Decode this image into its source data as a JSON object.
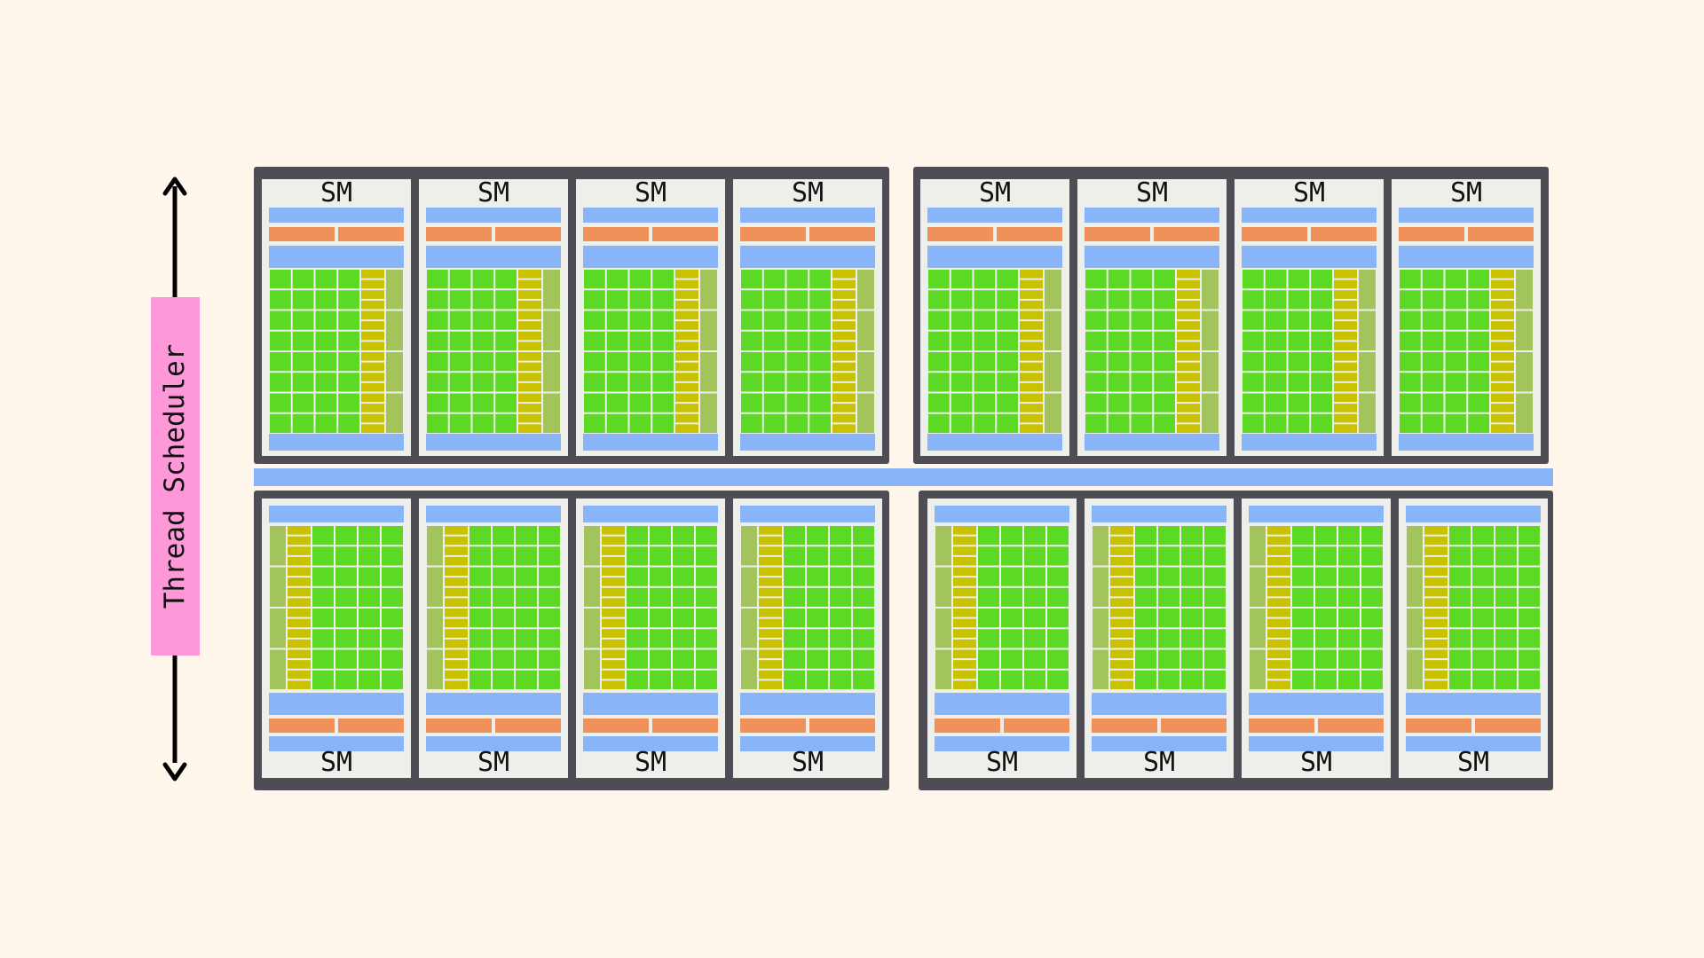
{
  "scheduler": {
    "label": "Thread Scheduler"
  },
  "sm": {
    "label": "SM"
  },
  "layout": {
    "clusters_per_row": 2,
    "sms_per_cluster": 4,
    "rows": 2,
    "core_columns": 4,
    "core_rows": 8,
    "special_unit_rows": 16,
    "side_unit_rows": 4
  },
  "colors": {
    "background": "#FFF6EC",
    "cluster_frame": "#4E4D55",
    "sm_panel": "#EEEEEA",
    "interconnect": "#8AB4F8",
    "bar_blue": "#8AB4F8",
    "bar_orange": "#F0905A",
    "core_green": "#5CD924",
    "special_yellow": "#C8C200",
    "side_olive": "#A2C45A",
    "scheduler_pink": "#FF98D8",
    "arrow": "#000000"
  }
}
